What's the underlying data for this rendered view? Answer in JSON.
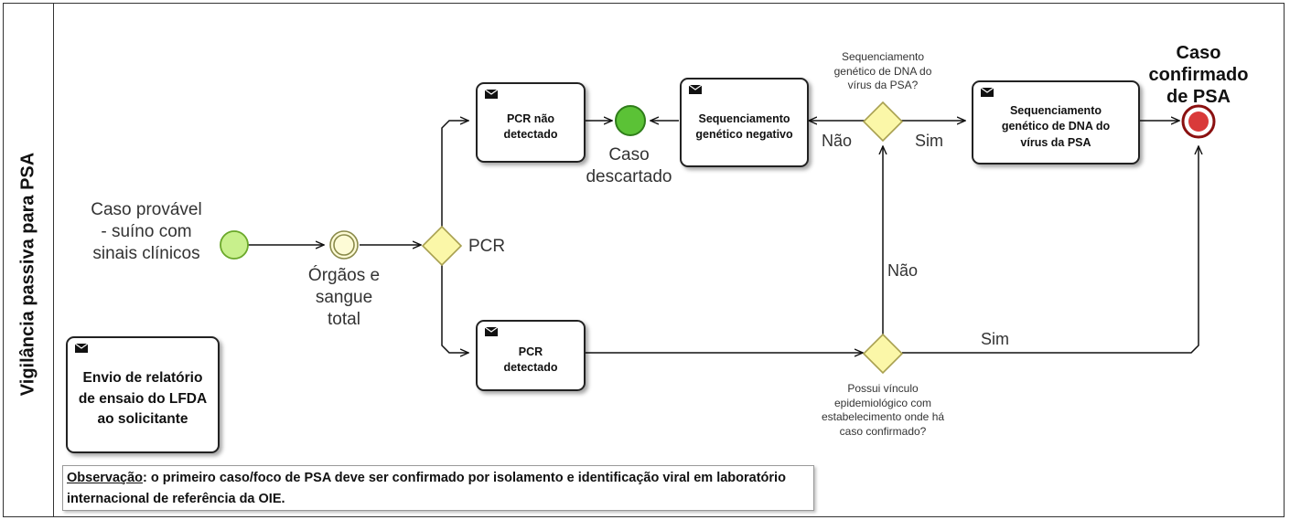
{
  "lane": {
    "title": "Vigilância passiva para PSA"
  },
  "start_event": {
    "label": "Caso provável\n- suíno com\nsinais clínicos"
  },
  "intermediate_event": {
    "label": "Órgãos e\nsangue\ntotal"
  },
  "gateway_pcr": {
    "label": "PCR"
  },
  "tasks": {
    "pcr_nao_detectado": "PCR não\ndetectado",
    "pcr_detectado": "PCR\ndetectado",
    "sequenciamento_negativo": "Sequenciamento\ngenético negativo",
    "sequenciamento_virus": "Sequenciamento\ngenético de DNA do\nvírus da PSA",
    "envio_relatorio": "Envio de  relatório\nde ensaio do LFDA\nao solicitante"
  },
  "end_event_discarded": {
    "label": "Caso\ndescartado"
  },
  "end_event_confirmed": {
    "label": "Caso\nconfirmado\nde PSA"
  },
  "gateway_sequencing": {
    "question": "Sequenciamento\ngenético de DNA do\nvírus da PSA?"
  },
  "gateway_epidemiological": {
    "question": "Possui vínculo\nepidemiológico com\nestabelecimento onde há\ncaso confirmado?"
  },
  "flow_labels": {
    "seq_no": "Não",
    "seq_yes": "Sim",
    "epi_no": "Não",
    "epi_yes": "Sim"
  },
  "note": {
    "lead": "Observação",
    "text": ": o primeiro caso/foco de PSA deve ser confirmado por isolamento e identificação viral em laboratório internacional de referência da OIE."
  },
  "colors": {
    "start_fill": "#c8f08c",
    "start_stroke": "#6aa82a",
    "intermediate_fill": "#fdfbd6",
    "intermediate_stroke": "#8a8a4a",
    "gateway_fill": "#fbf7a8",
    "gateway_stroke": "#a8a050",
    "discard_fill": "#5bc236",
    "discard_stroke": "#2f7d1a",
    "confirm_fill": "#d93a3a",
    "confirm_stroke": "#8a1010"
  }
}
